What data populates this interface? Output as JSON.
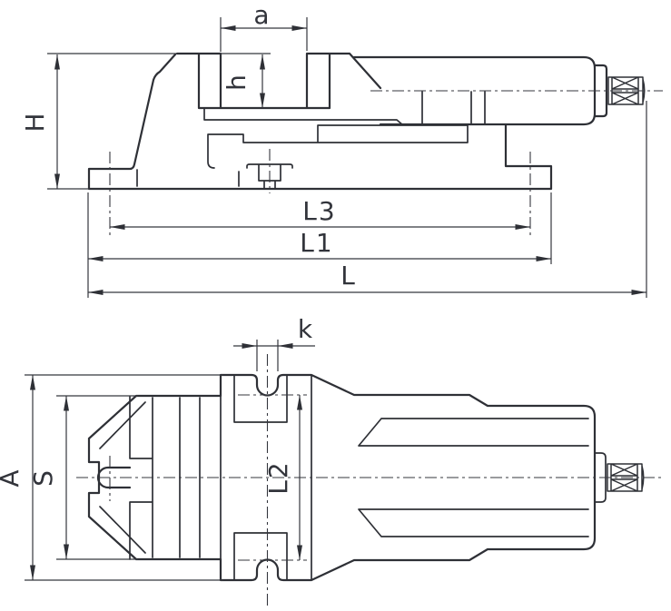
{
  "drawing": {
    "side_view": {
      "dims": {
        "jaw_opening": "a",
        "jaw_depth": "h",
        "total_height": "H",
        "slot_span": "L3",
        "base_length": "L1",
        "overall_length": "L"
      }
    },
    "top_view": {
      "dims": {
        "slot_width": "k",
        "overall_width": "A",
        "jaw_width": "S",
        "slot_distance": "L2"
      }
    }
  }
}
